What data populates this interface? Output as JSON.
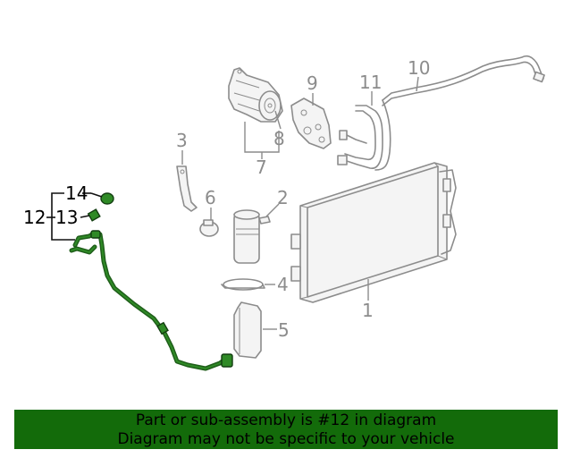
{
  "callouts": {
    "c1": "1",
    "c2": "2",
    "c3": "3",
    "c4": "4",
    "c5": "5",
    "c6": "6",
    "c7": "7",
    "c8": "8",
    "c9": "9",
    "c10": "10",
    "c11": "11",
    "c12": "12",
    "c13": "13",
    "c14": "14"
  },
  "highlight": {
    "part": "12",
    "color": "#2f8a26"
  },
  "banner": {
    "line1": "Part or sub-assembly is #12 in diagram",
    "line2": "Diagram may not be specific to your vehicle",
    "background": "#136b0a"
  }
}
